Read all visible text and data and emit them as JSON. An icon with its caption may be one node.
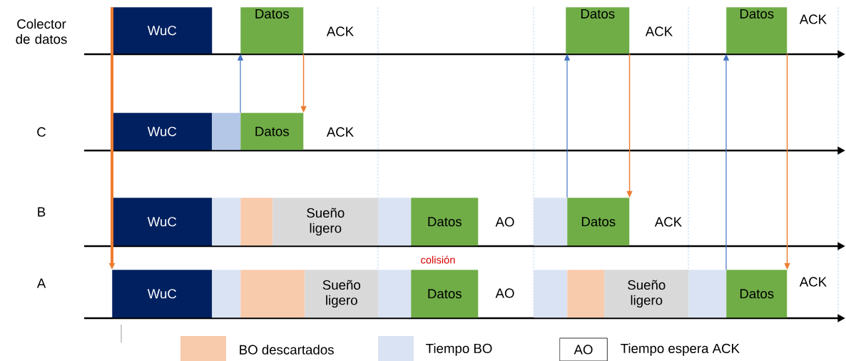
{
  "diagram": {
    "nodes": [
      {
        "text": [
          "WuC"
        ]
      },
      {
        "text": [
          "Datos"
        ]
      },
      {
        "text": [
          "Datos"
        ]
      },
      {
        "text": [
          "Datos"
        ]
      },
      {
        "text": [
          "WuC"
        ]
      },
      {
        "text": [],
        "shape": "box"
      },
      {
        "text": [
          "Datos"
        ]
      },
      {
        "text": [
          "WuC"
        ]
      },
      {
        "text": [],
        "shape": "box"
      },
      {
        "text": [],
        "shape": "box"
      },
      {
        "text": [
          "Sueño ligero"
        ]
      },
      {
        "text": [],
        "shape": "box"
      },
      {
        "text": [
          "Datos"
        ]
      },
      {
        "text": [],
        "shape": "box"
      },
      {
        "text": [
          "Datos"
        ]
      },
      {
        "text": [
          "WuC"
        ]
      },
      {
        "text": [],
        "shape": "box"
      },
      {
        "text": [],
        "shape": "box"
      },
      {
        "text": [
          "Sueño ligero"
        ]
      },
      {
        "text": [],
        "shape": "box"
      },
      {
        "text": [
          "Datos"
        ]
      },
      {
        "text": [],
        "shape": "box"
      },
      {
        "text": [],
        "shape": "box"
      },
      {
        "text": [
          "Sueño ligero"
        ]
      },
      {
        "text": [],
        "shape": "box"
      },
      {
        "text": [
          "Datos"
        ]
      }
    ],
    "edges": [
      {
        "from": 0,
        "to": 15,
        "arrow": "to",
        "style": "thick"
      },
      {
        "from": 6,
        "to": 1,
        "arrow": "to",
        "color": "#4472c4"
      },
      {
        "from": 1,
        "to": 6,
        "arrow": "to"
      },
      {
        "from": 14,
        "to": 2,
        "arrow": "to",
        "color": "#4472c4"
      },
      {
        "from": 2,
        "to": 14,
        "arrow": "to"
      },
      {
        "from": 25,
        "to": 3,
        "arrow": "to",
        "color": "#4472c4"
      },
      {
        "from": 3,
        "to": 25,
        "arrow": "to"
      }
    ],
    "labels": [
      "Colector de datos",
      "ACK",
      "ACK",
      "ACK",
      "C",
      "ACK",
      "B",
      "AO",
      "ACK",
      "colisión",
      "A",
      "AO",
      "ACK",
      "AO"
    ],
    "legend": [
      {
        "text": "BO descartados",
        "color": "#f8cbad"
      },
      {
        "text": "Tiempo BO",
        "color": "#dae3f3"
      },
      {
        "text": "Tiempo espera ACK"
      }
    ]
  }
}
